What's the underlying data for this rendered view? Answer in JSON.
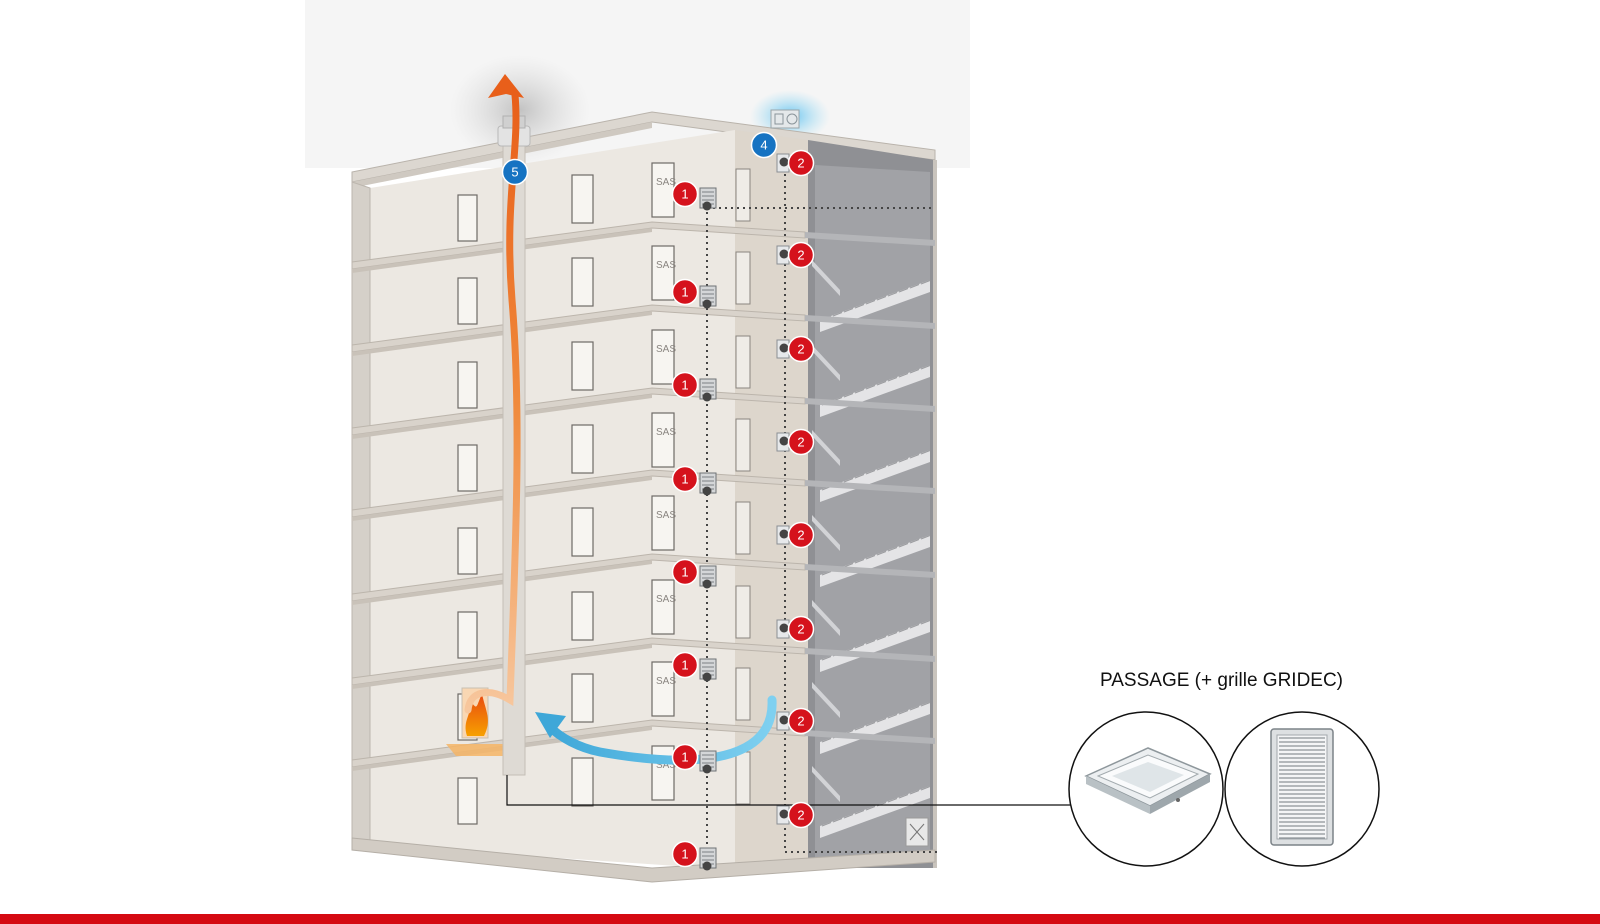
{
  "caption": "PASSAGE (+ grille GRIDEC)",
  "door_label": "SAS",
  "markers": {
    "floor_damper": "1",
    "stair_damper": "2",
    "supply_fan": "4",
    "exhaust_fan": "5"
  },
  "colors": {
    "marker_red": "#d5121c",
    "marker_blue": "#1673c2",
    "smoke_flow": "#ee6a1f",
    "fresh_air_flow": "#4fb3e0",
    "accent_bar": "#d50a12"
  }
}
